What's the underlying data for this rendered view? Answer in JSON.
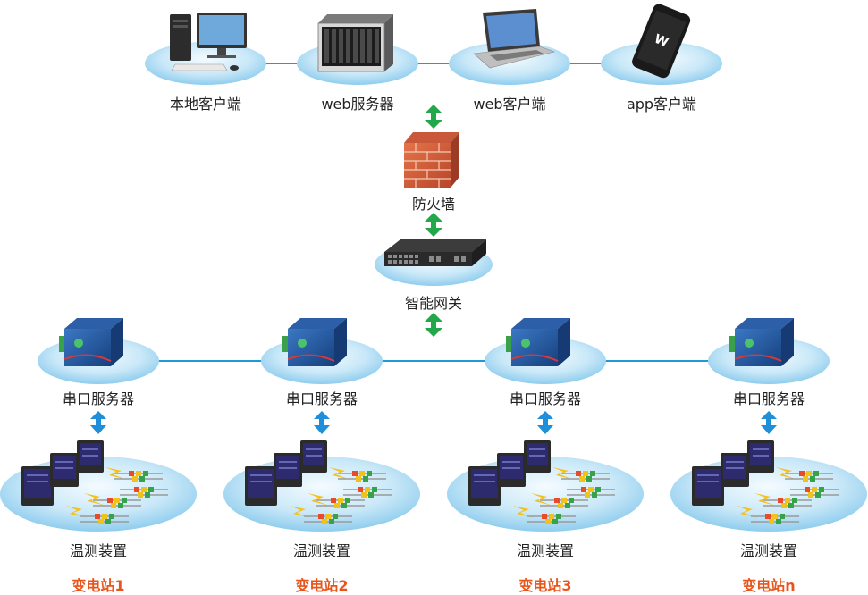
{
  "top_clients": [
    {
      "label": "本地客户端",
      "icon": "desktop-pc-icon"
    },
    {
      "label": "web服务器",
      "icon": "rack-server-icon"
    },
    {
      "label": "web客户端",
      "icon": "laptop-icon"
    },
    {
      "label": "app客户端",
      "icon": "smartphone-icon"
    }
  ],
  "firewall": {
    "label": "防火墙",
    "icon": "brick-wall-icon"
  },
  "gateway": {
    "label": "智能网关",
    "icon": "network-switch-icon"
  },
  "stations": [
    {
      "serial_label": "串口服务器",
      "device_label": "温测装置",
      "name": "变电站1"
    },
    {
      "serial_label": "串口服务器",
      "device_label": "温测装置",
      "name": "变电站2"
    },
    {
      "serial_label": "串口服务器",
      "device_label": "温测装置",
      "name": "变电站3"
    },
    {
      "serial_label": "串口服务器",
      "device_label": "温测装置",
      "name": "变电站n"
    }
  ],
  "colors": {
    "line_blue": "#1e9ad6",
    "arrow_green": "#22a84a",
    "arrow_blue": "#1e8fd8",
    "station_text": "#e8551c",
    "ellipse_light": "#e6f4fc",
    "ellipse_dark": "#8fcdee"
  }
}
